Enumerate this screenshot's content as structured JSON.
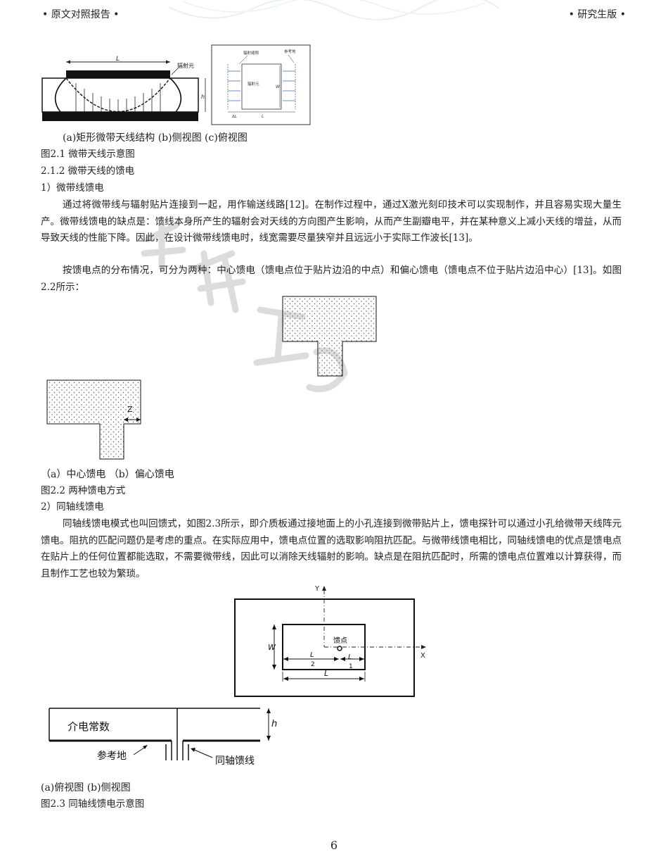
{
  "header": {
    "left": "• 原文对照报告 •",
    "right": "• 研究生版 •"
  },
  "fig21": {
    "a_labels": {
      "L": "L",
      "element": "辐射元",
      "h": "h"
    },
    "c_labels": {
      "slot": "辐射缝隙",
      "ref": "参考地",
      "element": "辐射元",
      "W": "W",
      "dL": "ΔL",
      "L": "L"
    },
    "caption_parts": "(a)矩形微带天线结构 (b)侧视图 (c)俯视图",
    "caption": "图2.1 微带天线示意图"
  },
  "sec212": "2.1.2 微带天线的馈电",
  "sub1": "1）微带线馈电",
  "para1": "通过将微带线与辐射贴片连接到一起，用作输送线路[12]。在制作过程中，通过X激光刻印技术可以实现制作，并且容易实现大量生产。微带线馈电的缺点是：馈线本身所产生的辐射会对天线的方向图产生影响，从而产生副瓣电平，并在某种意义上减小天线的增益，从而导致天线的性能下降。因此，在设计微带线馈电时，线宽需要尽量狭窄并且远远小于实际工作波长[13]。",
  "para2": "按馈电点的分布情况，可分为两种：中心馈电（馈电点位于贴片边沿的中点）和偏心馈电（馈电点不位于贴片边沿中心）[13]。如图2.2所示：",
  "fig22": {
    "z_label": "Z",
    "caption_parts": "（a）中心馈电 （b）偏心馈电",
    "caption": "图2.2 两种馈电方式"
  },
  "sub2": "2）同轴线馈电",
  "para3": "同轴线馈电模式也叫回馈式，如图2.3所示，即介质板通过接地面上的小孔连接到微带贴片上，馈电探针可以通过小孔给微带天线阵元馈电。阻抗的匹配问题仍是考虑的重点。在实际应用中，馈电点位置的选取影响阻抗匹配。与微带线馈电相比，同轴线馈电的优点是馈电点在贴片上的任何位置都能选取，不需要微带线，因此可以消除天线辐射的影响。缺点是在阻抗匹配时，所需的馈电点位置难以计算获得，而且制作工艺也较为繁琐。",
  "fig23": {
    "top": {
      "Y": "Y",
      "X": "X",
      "W": "W",
      "feed": "馈点",
      "L2": "L",
      "L2sub": "2",
      "L1": "L",
      "L1sub": "1",
      "L": "L"
    },
    "side": {
      "dielectric": "介电常数",
      "h": "h",
      "ground": "参考地",
      "coax": "同轴馈线"
    },
    "caption_parts": "(a)俯视图 (b)侧视图",
    "caption": "图2.3 同轴线馈电示意图"
  },
  "page_number": "6",
  "colors": {
    "watermark": "#d9d9d9",
    "header_ornament": "#e8f1ef",
    "fig_blue": "#3b6fb6"
  }
}
